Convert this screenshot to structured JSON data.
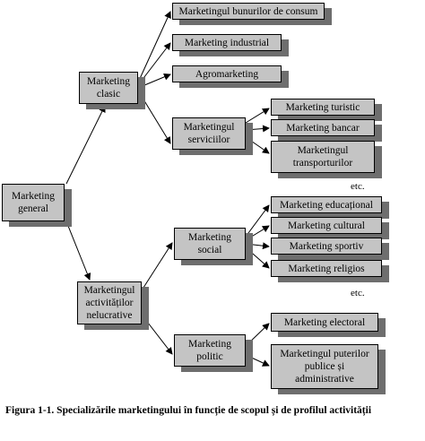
{
  "nodes": {
    "general": "Marketing\ngeneral",
    "clasic": "Marketing\nclasic",
    "bunuri": "Marketingul bunurilor de consum",
    "industrial": "Marketing industrial",
    "agro": "Agromarketing",
    "servicii": "Marketingul\nserviciilor",
    "turistic": "Marketing turistic",
    "bancar": "Marketing bancar",
    "transport": "Marketingul\ntransporturilor",
    "nelucrative": "Marketingul\nactivităților\nnelucrative",
    "social": "Marketing\nsocial",
    "educational": "Marketing educațional",
    "cultural": "Marketing cultural",
    "sportiv": "Marketing sportiv",
    "religios": "Marketing religios",
    "politic": "Marketing\npolitic",
    "electoral": "Marketing electoral",
    "puteri": "Marketingul puterilor\npublice și\nadministrative"
  },
  "etc_label": "etc.",
  "caption": "Figura 1-1. Specializările marketingului în funcție de scopul și de profilul activității",
  "colors": {
    "box_fill": "#c4c4c4",
    "box_shadow": "#6e6e6e",
    "line": "#000000"
  }
}
